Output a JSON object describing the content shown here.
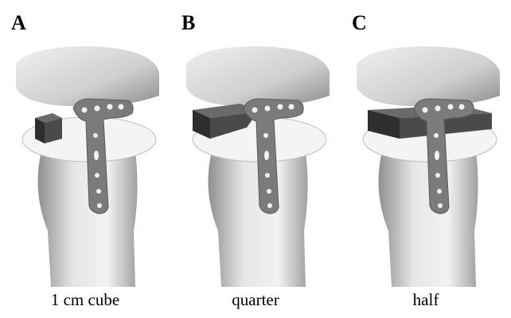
{
  "panels": [
    {
      "letter": "A",
      "caption": "1 cm cube"
    },
    {
      "letter": "B",
      "caption": "quarter"
    },
    {
      "letter": "C",
      "caption": "half"
    }
  ],
  "colors": {
    "bone_light": "#e8e8e8",
    "bone_mid": "#c8c8c8",
    "bone_dark": "#9a9a9a",
    "plate": "#7a7a7a",
    "wedge": "#3a3a3a",
    "cut_plane": "#f2f2f2"
  }
}
